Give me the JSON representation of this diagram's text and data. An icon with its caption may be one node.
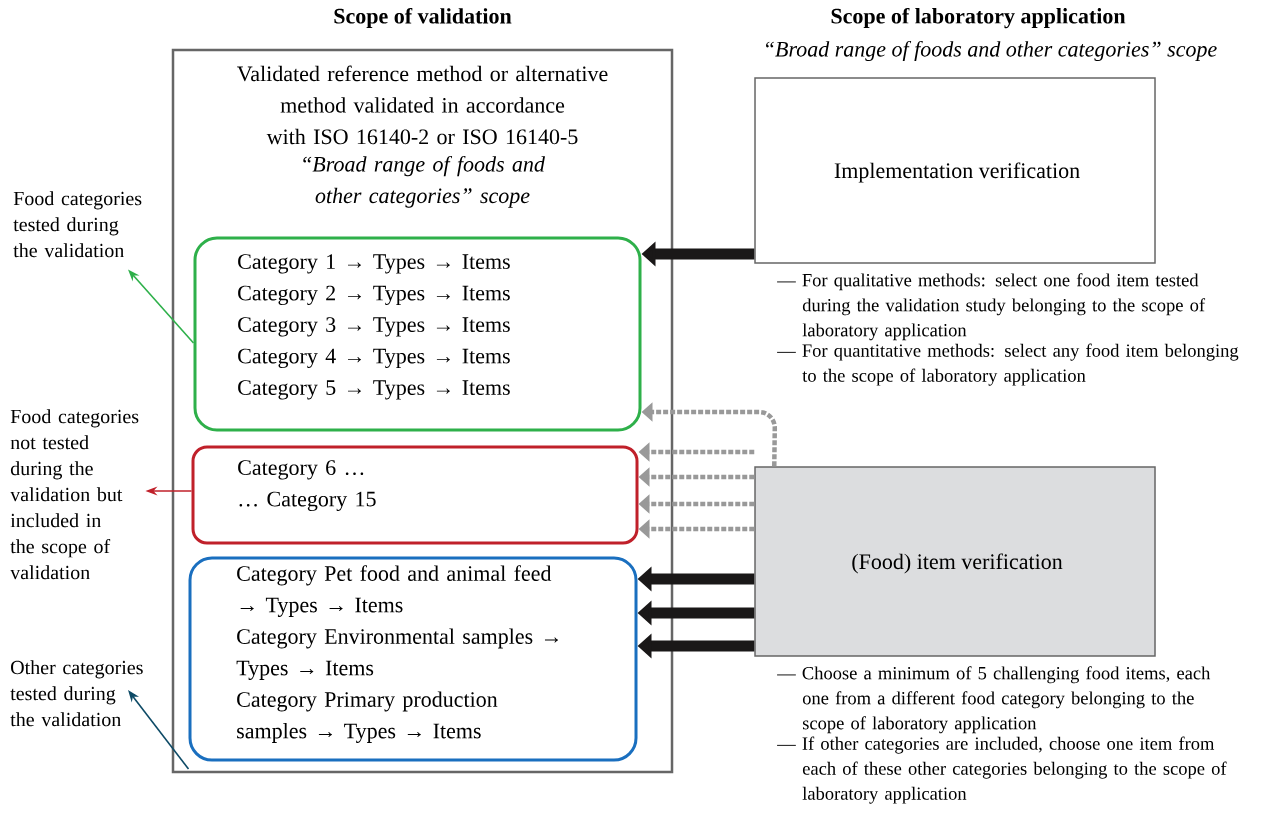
{
  "diagram": {
    "nodes": [
      {
        "text": [
          "Scope of validation",
          "Validated reference method or alternative method validated in accordance with ISO 16140-2 or ISO 16140-5",
          "“Broad range of foods and other categories” scope"
        ]
      },
      {
        "text": [
          "Category 1 → Types → Items",
          "Category 2 → Types → Items",
          "Category 3 → Types → Items",
          "Category 4 → Types → Items",
          "Category 5 → Types → Items"
        ],
        "in": 0
      },
      {
        "text": [
          "Category 6 …",
          "… Category 15"
        ],
        "in": 0
      },
      {
        "text": [
          "Category Pet food and animal feed → Types → Items",
          "Category Environmental samples → Types → Items",
          "Category Primary production samples → Types → Items"
        ],
        "in": 0
      },
      {
        "text": [
          "Implementation verification"
        ],
        "beside": [
          "— For qualitative methods: select one food item tested during the validation study belonging to the scope of laboratory application",
          "— For quantitative methods: select any food item belonging to the scope of laboratory application"
        ]
      },
      {
        "text": [
          "(Food) item verification"
        ],
        "beside": [
          "— Choose a minimum of 5 challenging food items, each one from a different food category belonging to the scope of laboratory application",
          "— If other categories are included, choose one item from each of these other categories belonging to the scope of laboratory application"
        ]
      },
      {
        "text": [
          "Food categories tested during the validation"
        ]
      },
      {
        "text": [
          "Food categories not tested during the validation but included in the scope of validation"
        ]
      },
      {
        "text": [
          "Other categories tested during the validation"
        ]
      }
    ],
    "edges": [
      {
        "from": 4,
        "to": 1,
        "arrow": "to",
        "style": "thick",
        "color": "#1a1818"
      },
      {
        "from": 5,
        "to": 1,
        "arrow": "to",
        "style": "dashed",
        "color": "#999999"
      },
      {
        "from": 5,
        "to": 2,
        "arrow": "to",
        "style": "dashed",
        "color": "#999999"
      },
      {
        "from": 5,
        "to": 2,
        "arrow": "to",
        "style": "dashed",
        "color": "#999999"
      },
      {
        "from": 5,
        "to": 2,
        "arrow": "to",
        "style": "dashed",
        "color": "#999999"
      },
      {
        "from": 5,
        "to": 2,
        "arrow": "to",
        "style": "dashed",
        "color": "#999999"
      },
      {
        "from": 5,
        "to": 3,
        "arrow": "to",
        "style": "thick",
        "color": "#1a1818"
      },
      {
        "from": 5,
        "to": 3,
        "arrow": "to",
        "style": "thick",
        "color": "#1a1818"
      },
      {
        "from": 5,
        "to": 3,
        "arrow": "to",
        "style": "thick",
        "color": "#1a1818"
      },
      {
        "from": 1,
        "to": 6,
        "arrow": "to",
        "color": "#2eb04a"
      },
      {
        "from": 2,
        "to": 7,
        "arrow": "to",
        "color": "#c0202a"
      },
      {
        "from": 3,
        "to": 8,
        "arrow": "to",
        "color": "#0d4a66"
      }
    ],
    "labels": [
      "Scope of laboratory application",
      "“Broad range of foods and other categories” scope"
    ]
  }
}
